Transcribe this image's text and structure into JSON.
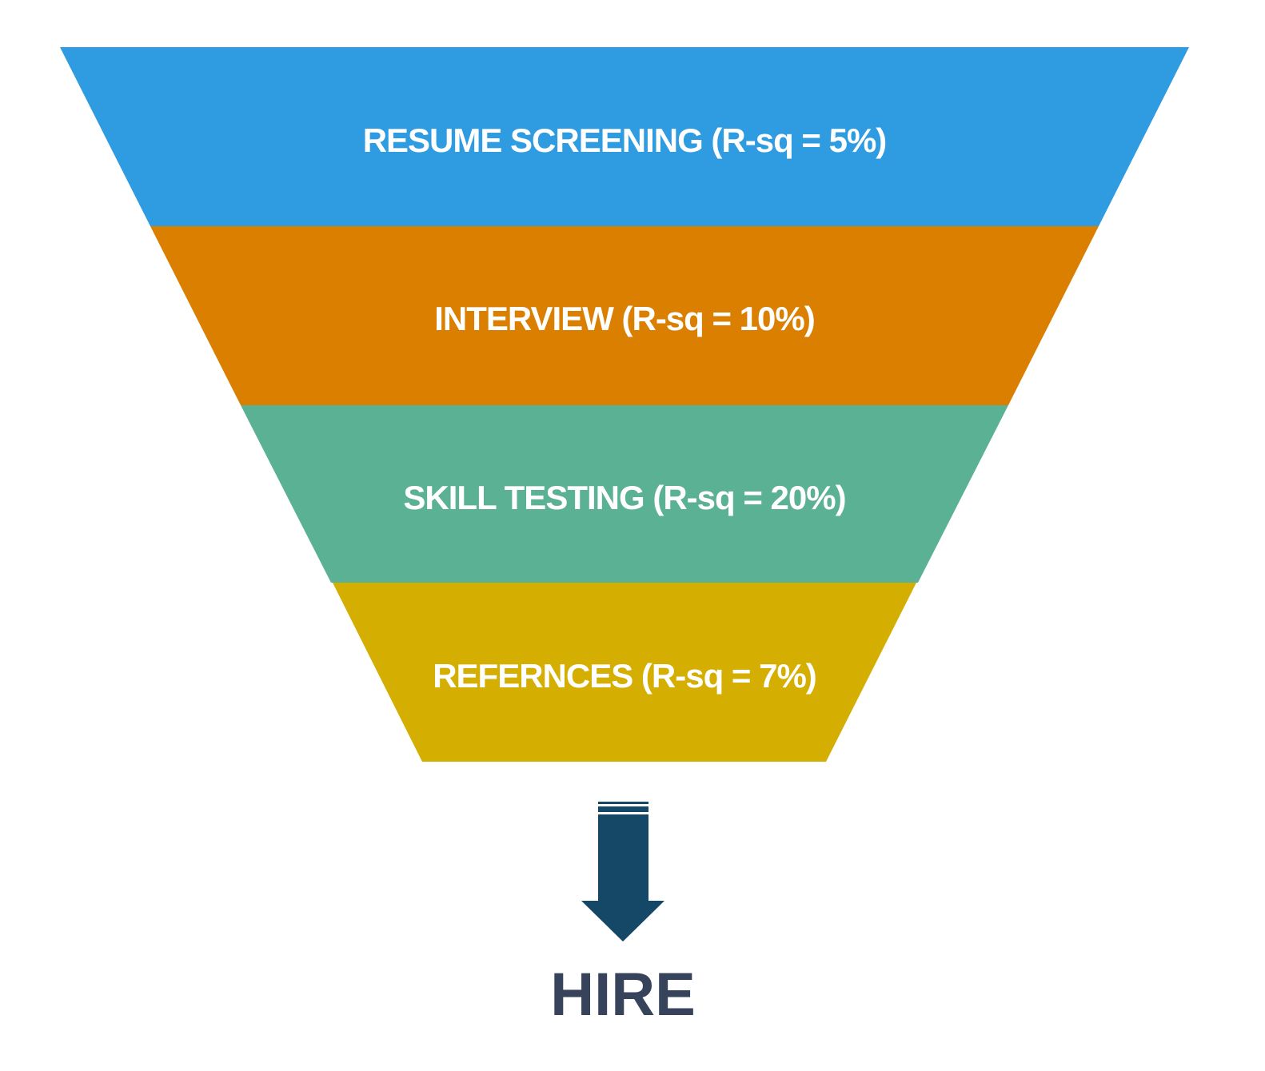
{
  "funnel": {
    "stages": [
      {
        "label": "RESUME SCREENING (R-sq = 5%)",
        "color": "#2f9be0"
      },
      {
        "label": "INTERVIEW (R-sq = 10%)",
        "color": "#da7f00"
      },
      {
        "label": "SKILL TESTING (R-sq = 20%)",
        "color": "#5ab193"
      },
      {
        "label": "REFERNCES (R-sq = 7%)",
        "color": "#d4ae00"
      }
    ]
  },
  "outcome": {
    "label": "HIRE",
    "arrow_color": "#154866",
    "text_color": "#36435a"
  }
}
